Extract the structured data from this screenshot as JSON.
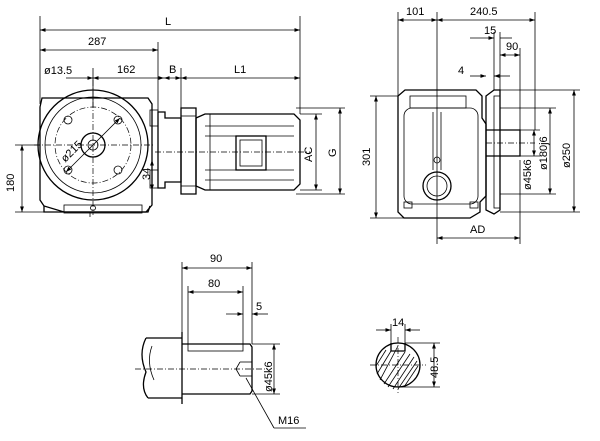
{
  "drawing": {
    "front_view": {
      "dim_L": "L",
      "dim_287": "287",
      "dim_13_5": "ø13.5",
      "dim_162": "162",
      "dim_B": "B",
      "dim_L1": "L1",
      "dim_215": "ø215",
      "dim_180": "180",
      "dim_34": "34",
      "dim_AC": "AC",
      "dim_G": "G"
    },
    "side_view": {
      "dim_101": "101",
      "dim_240_5": "240.5",
      "dim_15": "15",
      "dim_90": "90",
      "dim_4": "4",
      "dim_301": "301",
      "dim_45k6": "ø45k6",
      "dim_180j6": "ø180j6",
      "dim_250": "ø250",
      "dim_AD": "AD"
    },
    "shaft_detail": {
      "dim_90": "90",
      "dim_80": "80",
      "dim_5": "5",
      "dim_45k6": "ø45k6",
      "thread": "M16"
    },
    "keyway_section": {
      "dim_14": "14",
      "dim_48_5": "48.5"
    }
  }
}
